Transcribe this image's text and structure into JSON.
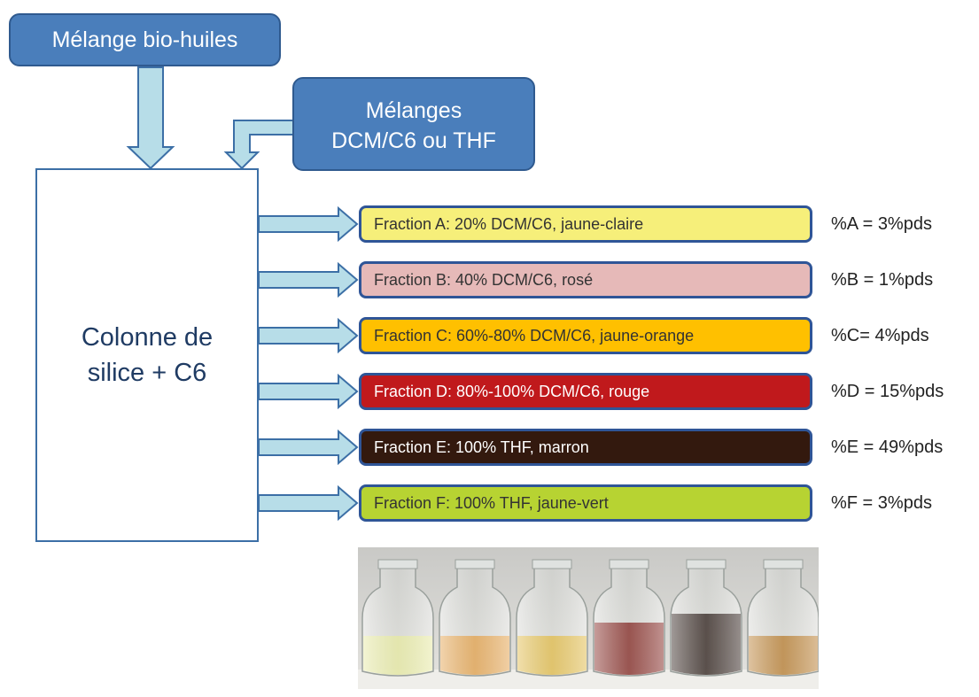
{
  "inputs": {
    "bio_oil_label": "Mélange bio-huiles",
    "solvent_line1": "Mélanges",
    "solvent_line2": "DCM/C6 ou THF"
  },
  "column": {
    "line1": "Colonne de",
    "line2": "silice + C6"
  },
  "fractions": [
    {
      "label": "Fraction A: 20% DCM/C6, jaune-claire",
      "percent": "%A = 3%pds",
      "color": "#f6ef7a"
    },
    {
      "label": "Fraction B:  40% DCM/C6, rosé",
      "percent": "%B = 1%pds",
      "color": "#e6b9b8"
    },
    {
      "label": "Fraction  C:  60%-80% DCM/C6, jaune-orange",
      "percent": "%C= 4%pds",
      "color": "#ffc000"
    },
    {
      "label": "Fraction  D:  80%-100% DCM/C6, rouge",
      "percent": "%D = 15%pds",
      "color": "#c0191c"
    },
    {
      "label": "Fraction  E:  100% THF, marron",
      "percent": "%E = 49%pds",
      "color": "#33190e"
    },
    {
      "label": "Fraction  F:  100% THF, jaune-vert",
      "percent": "%F = 3%pds",
      "color": "#b7d332"
    }
  ],
  "photo": {
    "vial_contents": [
      "light yellow",
      "orange",
      "golden yellow",
      "dark red",
      "black-brown",
      "amber"
    ]
  },
  "colors": {
    "box_blue": "#4a7ebb",
    "arrow_fill": "#b7dde8",
    "arrow_stroke": "#3c6fa6"
  }
}
